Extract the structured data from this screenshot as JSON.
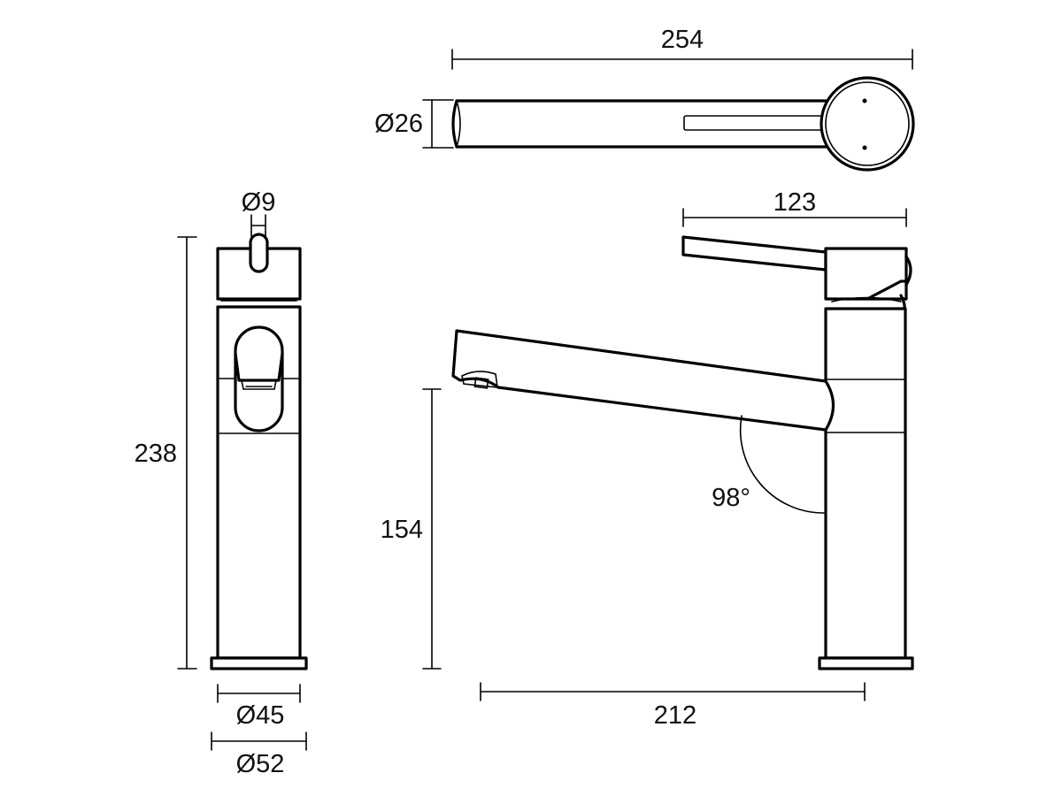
{
  "dimensions": {
    "width_top": "254",
    "spout_diameter": "Ø26",
    "handle_pin_diameter": "Ø9",
    "overall_height": "238",
    "body_diameter": "Ø45",
    "base_diameter": "Ø52",
    "handle_length": "123",
    "spout_height": "154",
    "spout_reach": "212",
    "spout_angle": "98°"
  },
  "colors": {
    "line": "#000000",
    "background": "#ffffff"
  }
}
